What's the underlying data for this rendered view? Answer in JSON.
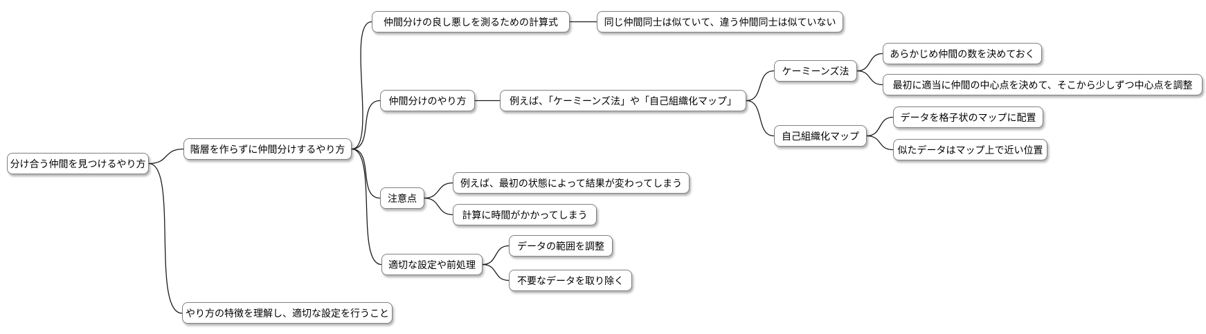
{
  "colors": {
    "background": "#ffffff",
    "node_fill": "#ffffff",
    "node_border": "#7f7f7f",
    "node_text": "#000000",
    "connector": "#1a1a1a"
  },
  "mindmap": {
    "root": {
      "label": "分け合う仲間を見つけるやり方",
      "children": [
        {
          "label": "階層を作らずに仲間分けするやり方",
          "children": [
            {
              "label": "仲間分けの良し悪しを測るための計算式",
              "children": [
                {
                  "label": "同じ仲間同士は似ていて、違う仲間同士は似ていない"
                }
              ]
            },
            {
              "label": "仲間分けのやり方",
              "children": [
                {
                  "label": "例えば、「ケーミーンズ法」や「自己組織化マップ」",
                  "children": [
                    {
                      "label": "ケーミーンズ法",
                      "children": [
                        {
                          "label": "あらかじめ仲間の数を決めておく"
                        },
                        {
                          "label": "最初に適当に仲間の中心点を決めて、そこから少しずつ中心点を調整"
                        }
                      ]
                    },
                    {
                      "label": "自己組織化マップ",
                      "children": [
                        {
                          "label": "データを格子状のマップに配置"
                        },
                        {
                          "label": "似たデータはマップ上で近い位置"
                        }
                      ]
                    }
                  ]
                }
              ]
            },
            {
              "label": "注意点",
              "children": [
                {
                  "label": "例えば、最初の状態によって結果が変わってしまう"
                },
                {
                  "label": "計算に時間がかかってしまう"
                }
              ]
            },
            {
              "label": "適切な設定や前処理",
              "children": [
                {
                  "label": "データの範囲を調整"
                },
                {
                  "label": "不要なデータを取り除く"
                }
              ]
            }
          ]
        },
        {
          "label": "やり方の特徴を理解し、適切な設定を行うこと"
        }
      ]
    }
  }
}
